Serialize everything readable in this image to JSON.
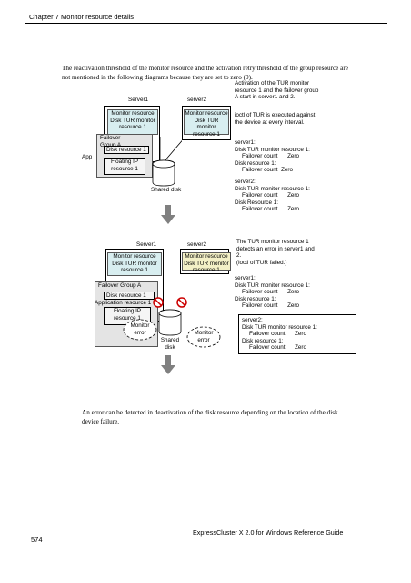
{
  "header": {
    "chapter": "Chapter 7 Monitor resource details"
  },
  "intro": "The reactivation threshold of the monitor resource and the activation retry threshold of the group resource are not mentioned in the following diagrams because they are set to zero (0).",
  "diagram1": {
    "server1": "Server1",
    "server2": "server2",
    "monitor_resource_label": "Monitor resource",
    "disk_tur_monitor": "Disk TUR monitor",
    "resource_1": "resource 1",
    "disk_tur_monitor_2": "Disk TUR monitor",
    "failover_group": "Failover",
    "group_a": "Group A",
    "disk_resource": "Disk resource 1",
    "app_label": "App",
    "floating_ip": "Floating IP",
    "shared_disk": "Shared disk",
    "note_title_1": "Activation of the TUR monitor",
    "note_title_2": "resource 1 and the failover group",
    "note_title_3": "A start in server1 and 2.",
    "note_ioctl_1": "ioctl of TUR is executed against",
    "note_ioctl_2": "the device at every interval.",
    "s1_name": "server1:",
    "s1_line1": "Disk TUR monitor resource 1:",
    "s1_line2_label": "Failover count",
    "s1_line2_val": "Zero",
    "s1_line3": "Disk resource 1:",
    "s1_line4_label": "Failover count",
    "s1_line4_val": "Zero",
    "s2_name": "server2:",
    "s2_line1": "Disk TUR monitor resource 1:",
    "s2_line2_label": "Failover count",
    "s2_line2_val": "Zero",
    "s2_line3": "Disk Resource 1:",
    "s2_line4_label": "Failover count",
    "s2_line4_val": "Zero"
  },
  "diagram2": {
    "server1": "Server1",
    "server2": "server2",
    "monitor_resource": "Monitor resource",
    "disk_tur_monitor": "Disk TUR monitor",
    "resource_1": "resource 1",
    "failover_group": "Failover Group A",
    "disk_resource": "Disk resource 1",
    "application_resource": "Application resource 1",
    "floating_ip": "Floating IP",
    "monitor_error_1": "Monitor",
    "monitor_error_2": "error",
    "shared_1": "Shared",
    "shared_2": "disk",
    "note_1": "The TUR monitor resource 1",
    "note_2": "detects an error in server1 and",
    "note_3": "2.",
    "note_4": "(ioctl of TUR failed.)",
    "s1_name": "server1:",
    "s1_line1": "Disk TUR monitor resource 1:",
    "s1_line2_label": "Failover count",
    "s1_line2_val": "Zero",
    "s1_line3": "Disk resource 1:",
    "s1_line4_label": "Failover count",
    "s1_line4_val": "Zero",
    "s2_name": "server2:",
    "s2_line1": "Disk TUR monitor resource 1:",
    "s2_line2_label": "Failover count",
    "s2_line2_val": "Zero",
    "s2_line3": "Disk resource 1:",
    "s2_line4_label": "Failover count",
    "s2_line4_val": "Zero"
  },
  "outro": "An error can be detected in deactivation of the disk resource depending on the location of the disk device failure.",
  "footer": {
    "title": "ExpressCluster X 2.0 for Windows Reference Guide",
    "page": "574"
  }
}
